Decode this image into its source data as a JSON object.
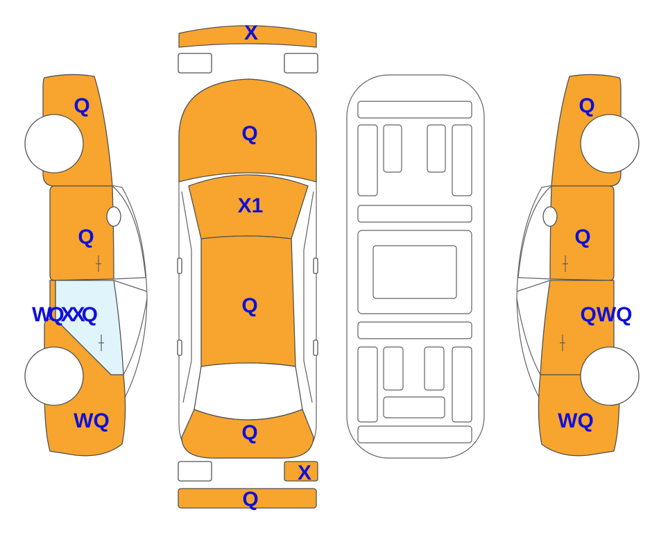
{
  "colors": {
    "damaged": "#f7a52f",
    "glass_damaged": "#dff4fb",
    "body": "#ffffff",
    "outline": "#505050",
    "code_text": "#1010d8"
  },
  "labels": {
    "front_bumper": "X",
    "hood": "Q",
    "windshield": "X1",
    "roof": "Q",
    "trunk": "Q",
    "rear_light_right": "X",
    "rear_bumper": "Q",
    "left_front_fender": "Q",
    "left_front_door": "Q",
    "left_rear_door": "WQXXQ",
    "left_rear_quarter": "WQ",
    "right_front_fender": "Q",
    "right_front_door": "Q",
    "right_rear_door": "QWQ",
    "right_rear_quarter": "WQ"
  }
}
